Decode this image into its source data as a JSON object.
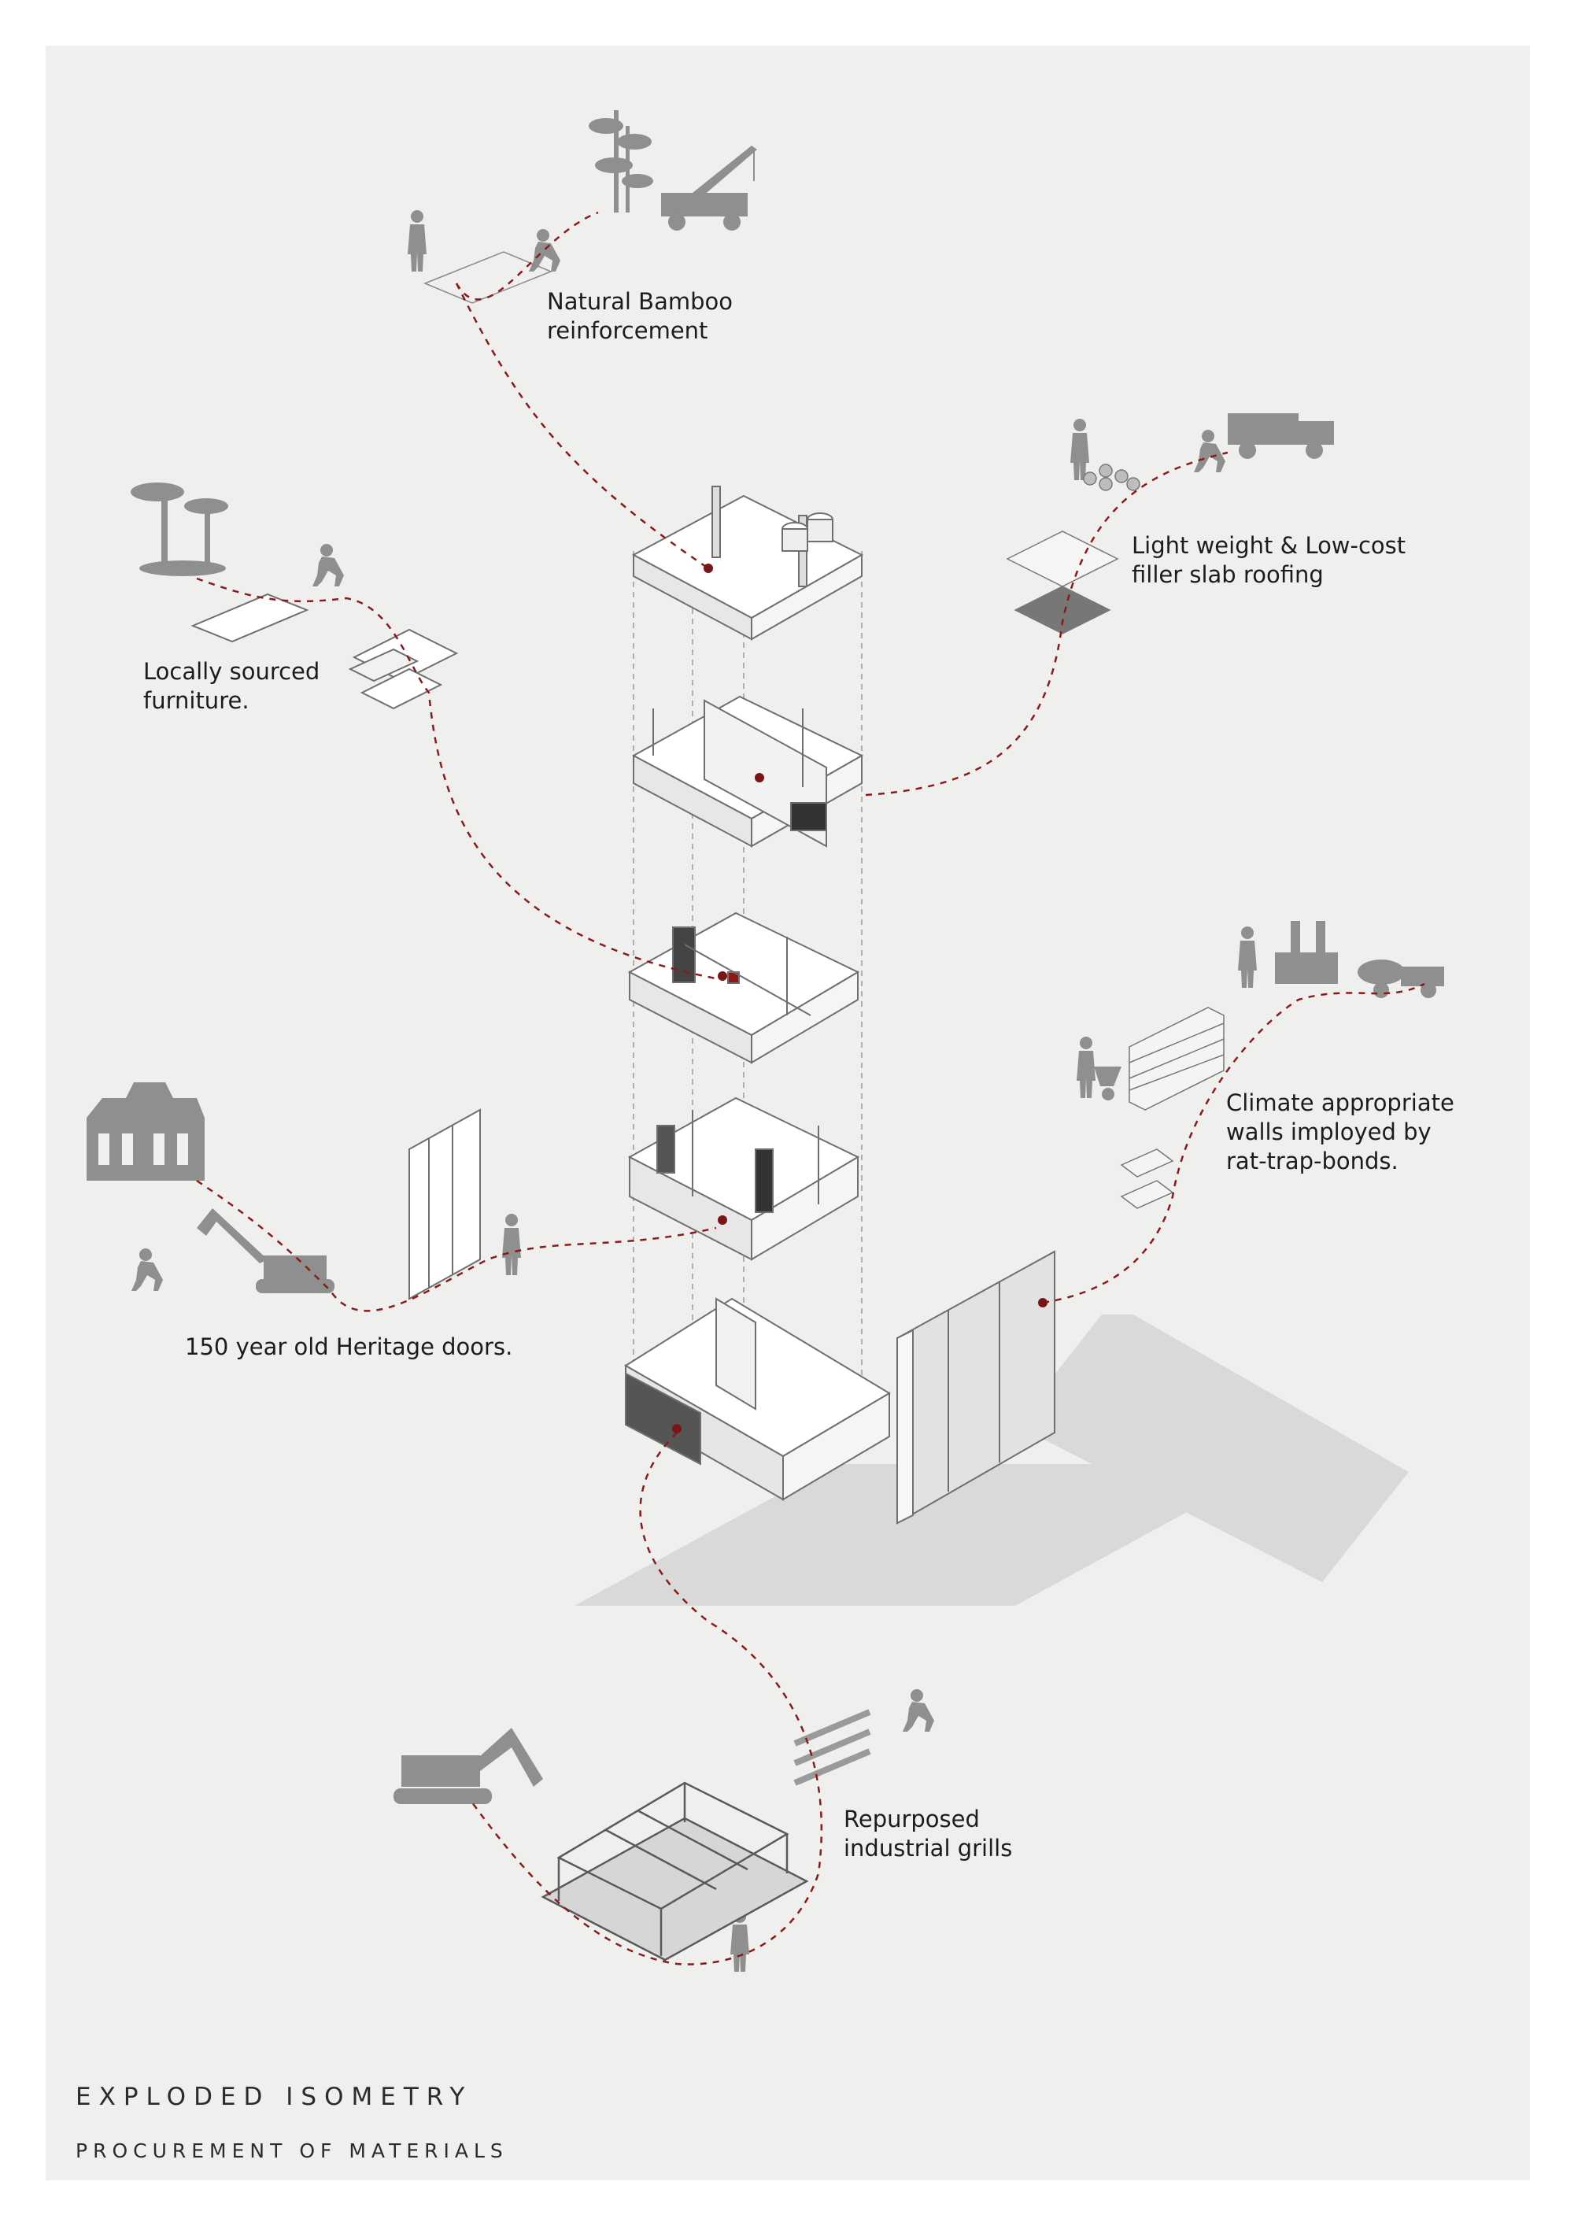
{
  "colors": {
    "sheet": "#efefee",
    "accent_path": "#8a1b1b",
    "line": "#7a7a7a",
    "silhouette": "#8f8f8f",
    "ground": "#d9d9d9"
  },
  "labels": {
    "bamboo": [
      "Natural Bamboo",
      "reinforcement"
    ],
    "filler": [
      "Light weight & Low-cost",
      "filler slab roofing"
    ],
    "furniture": [
      "Locally sourced",
      "furniture."
    ],
    "walls": [
      "Climate appropriate",
      "walls imployed by",
      "rat-trap-bonds."
    ],
    "doors": [
      "150 year old Heritage doors."
    ],
    "grills": [
      "Repurposed",
      "industrial grills"
    ]
  },
  "titles": {
    "main": "EXPLODED ISOMETRY",
    "sub": "PROCUREMENT OF MATERIALS"
  },
  "icons": [
    "bamboo-icon",
    "crane-truck-icon",
    "worker-icon",
    "palm-trees-icon",
    "dump-truck-icon",
    "excavator-icon",
    "heritage-ruin-icon",
    "brick-factory-icon",
    "cement-mixer-truck-icon",
    "wheelbarrow-worker-icon",
    "steel-frame-structure-icon",
    "door-frame-icon"
  ]
}
